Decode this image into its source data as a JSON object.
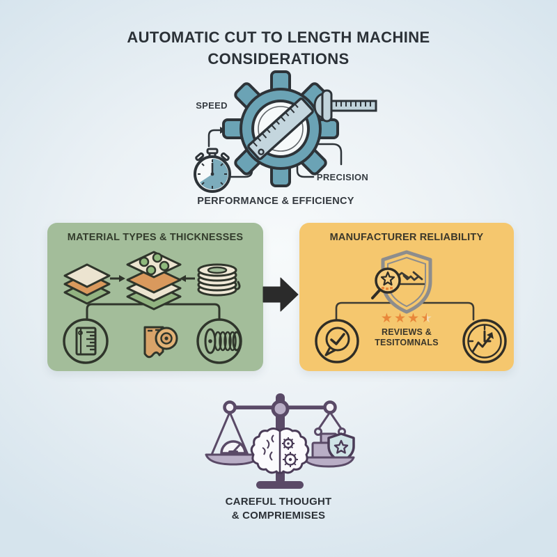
{
  "title": {
    "line1": "AUTOMATIC CUT TO LENGTH MACHINE",
    "line2": "CONSIDERATIONS"
  },
  "performance": {
    "speed_label": "SPEED",
    "precision_label": "PRECISION",
    "caption": "PERFORMANCE & EFFICIENCY",
    "icons": [
      "stopwatch-icon",
      "gear-ruler-icon",
      "bolt-icon"
    ]
  },
  "material_box": {
    "title": "MATERIAL TYPES & THICKNESSES",
    "bg_color": "#a3bd9a",
    "icons": [
      "layered-sheets-icon",
      "perforated-stack-icon",
      "wire-coil-icon",
      "notebook-ruler-icon",
      "material-roll-icon",
      "wire-spool-icon"
    ]
  },
  "reliability_box": {
    "title": "MANUFACTURER RELIABILITY",
    "bg_color": "#f5c76e",
    "rating": 3.5,
    "stars": [
      "full",
      "full",
      "full",
      "half"
    ],
    "star_color": "#e8873a",
    "reviews_line1": "REVIEWS &",
    "reviews_line2": "TESITOMNALS",
    "icons": [
      "shield-handshake-icon",
      "magnifier-star-icon",
      "speech-check-icon",
      "clock-growth-icon"
    ]
  },
  "conclusion": {
    "line1": "CAREFUL THOUGHT",
    "line2": "& COMPRIEMISES",
    "icons": [
      "balance-scale-icon",
      "gauge-icon",
      "brain-gears-icon",
      "shield-star-icon"
    ]
  },
  "colors": {
    "background_edge": "#d6e4ed",
    "gear_teal": "#6ba3b5",
    "outline_dark": "#2d3338",
    "green_box": "#a3bd9a",
    "yellow_box": "#f5c76e",
    "star_orange": "#e8873a",
    "scale_purple_dark": "#5a4a67",
    "scale_purple_light": "#b9aec6",
    "shield_blue": "#cfe3e6",
    "arrow_black": "#2b2b2b"
  }
}
